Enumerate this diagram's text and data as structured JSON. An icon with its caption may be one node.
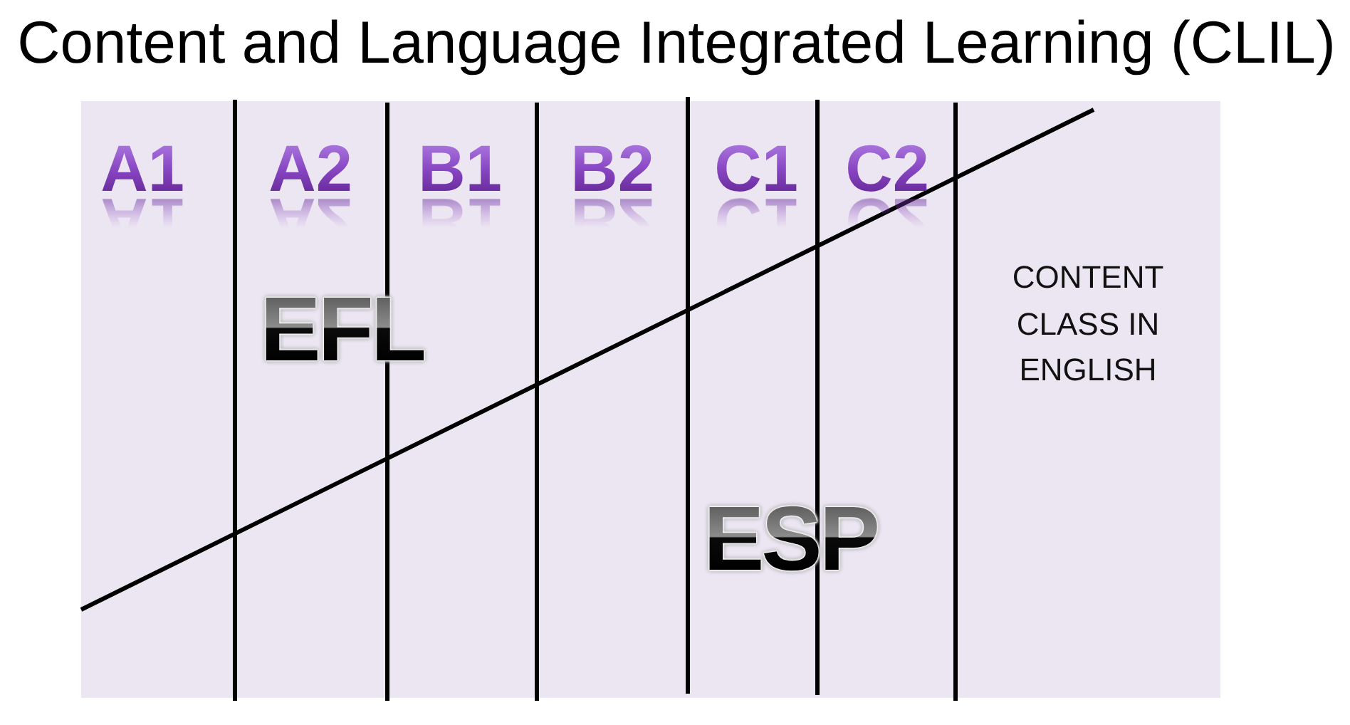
{
  "diagram": {
    "title": "Content and Language Integrated Learning (CLIL)",
    "labels": [
      "A1",
      "A2",
      "B1",
      "B2",
      "C1",
      "C2",
      "EFL",
      "CONTENT CLASS IN ENGLISH",
      "ESP"
    ]
  }
}
